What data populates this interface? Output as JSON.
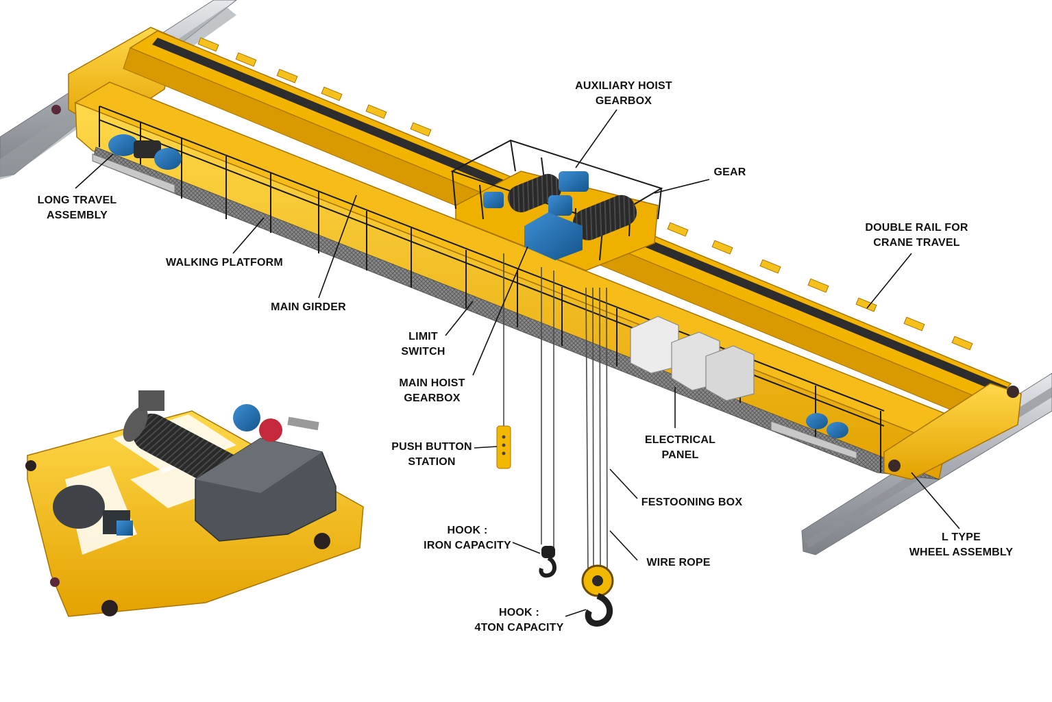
{
  "colors": {
    "crane_yellow": "#f4b400",
    "crane_yellow_dark": "#c98d00",
    "crane_yellow_light": "#ffd34d",
    "motor_blue": "#1f6fb2",
    "rail_steel": "#b8bcc2",
    "drum_black": "#2b2b2b",
    "gearbox_grey": "#55595f",
    "leader_line": "#111111"
  },
  "labels": {
    "aux_hoist_gearbox": [
      "AUXILIARY HOIST",
      "GEARBOX"
    ],
    "gear": [
      "GEAR"
    ],
    "long_travel": [
      "LONG TRAVEL",
      "ASSEMBLY"
    ],
    "double_rail": [
      "DOUBLE RAIL FOR",
      "CRANE TRAVEL"
    ],
    "walking_platform": [
      "WALKING PLATFORM"
    ],
    "main_girder": [
      "MAIN GIRDER"
    ],
    "limit_switch": [
      "LIMIT",
      "SWITCH"
    ],
    "main_hoist_gearbox": [
      "MAIN HOIST",
      "GEARBOX"
    ],
    "push_button": [
      "PUSH BUTTON",
      "STATION"
    ],
    "electrical_panel": [
      "ELECTRICAL",
      "PANEL"
    ],
    "festooning_box": [
      "FESTOONING BOX"
    ],
    "hook_iron": [
      "HOOK :",
      "IRON CAPACITY"
    ],
    "wire_rope": [
      "WIRE ROPE"
    ],
    "hook_4ton": [
      "HOOK :",
      "4TON CAPACITY"
    ],
    "l_type_wheel": [
      "L TYPE",
      "WHEEL ASSEMBLY"
    ]
  }
}
